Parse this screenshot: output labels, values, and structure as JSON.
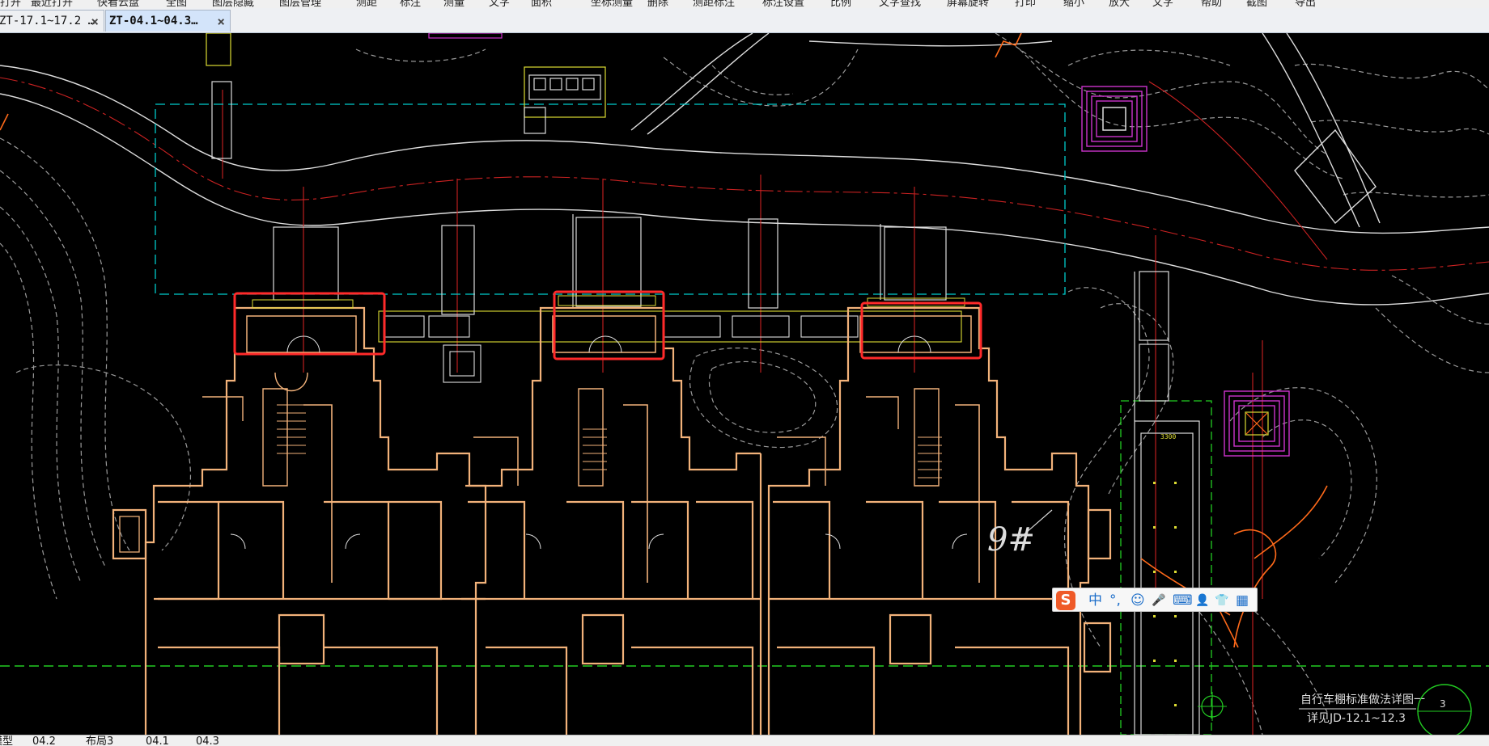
{
  "menubar": {
    "items": [
      "打开",
      "最近打开",
      "快看云盘",
      "全图",
      "图层隐藏",
      "图层管理",
      "测距",
      "标注",
      "测量",
      "文字",
      "面积",
      "坐标测量",
      "删除",
      "测距标注",
      "标注设置",
      "比例",
      "文字查找",
      "屏幕旋转",
      "打印",
      "缩小",
      "放大",
      "文字",
      "帮助",
      "截图",
      "导出"
    ]
  },
  "tabs": [
    {
      "label": "ZT-17.1~17.2 …",
      "active": false
    },
    {
      "label": "ZT-04.1~04.3…",
      "active": true
    }
  ],
  "drawing": {
    "annotation_number": "9#",
    "note_line1": "自行车棚标准做法详图一",
    "note_line2": "详见JD-12.1~12.3",
    "section_mark": "3",
    "dim_label": "3300",
    "colors": {
      "background": "#000000",
      "building_wall": "#f2b27a",
      "highlight_box": "#ff2a2a",
      "boundary_dash": "#00cccc",
      "axis_dash": "#22cc22",
      "column": "#cc33cc",
      "contour": "#9a9a9a",
      "axis_line": "#cc2222",
      "detail": "#dddd33",
      "orange": "#ff6a1a"
    }
  },
  "ime": {
    "logo": "S",
    "items": [
      "中",
      "°,",
      "☺",
      "🎤",
      "⌨",
      "👤",
      "👕",
      "▦"
    ]
  },
  "layouts": [
    "模型",
    "04.2",
    "布局3",
    "04.1",
    "04.3"
  ]
}
